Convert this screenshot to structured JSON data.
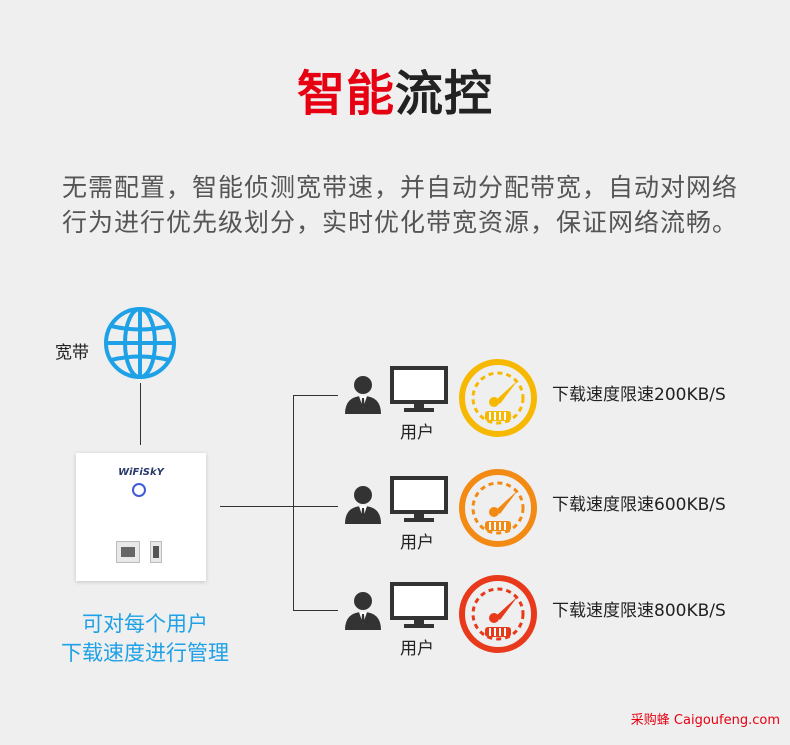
{
  "title": {
    "red": "智能",
    "dark": "流控"
  },
  "description": "无需配置，智能侦测宽带速，并自动分配带宽，自动对网络行为进行优先级划分，实时优化带宽资源，保证网络流畅。",
  "broadband_label": "宽带",
  "device": {
    "logo": "WiFiSkY"
  },
  "caption": {
    "line1": "可对每个用户",
    "line2": "下载速度进行管理"
  },
  "users": [
    {
      "label": "用户",
      "limit": "下载速度限速200KB/S",
      "gauge_color": "#f6b800"
    },
    {
      "label": "用户",
      "limit": "下载速度限速600KB/S",
      "gauge_color": "#f28a13"
    },
    {
      "label": "用户",
      "limit": "下载速度限速800KB/S",
      "gauge_color": "#e8391a"
    }
  ],
  "colors": {
    "accent_red": "#e60012",
    "caption_blue": "#1ea1e6",
    "globe_blue": "#1ea1e6"
  },
  "icons": [
    "globe-icon",
    "person-icon",
    "monitor-icon",
    "speedometer-icon"
  ],
  "watermark": {
    "cn": "采购蜂",
    "en": "Caigoufeng.com"
  }
}
